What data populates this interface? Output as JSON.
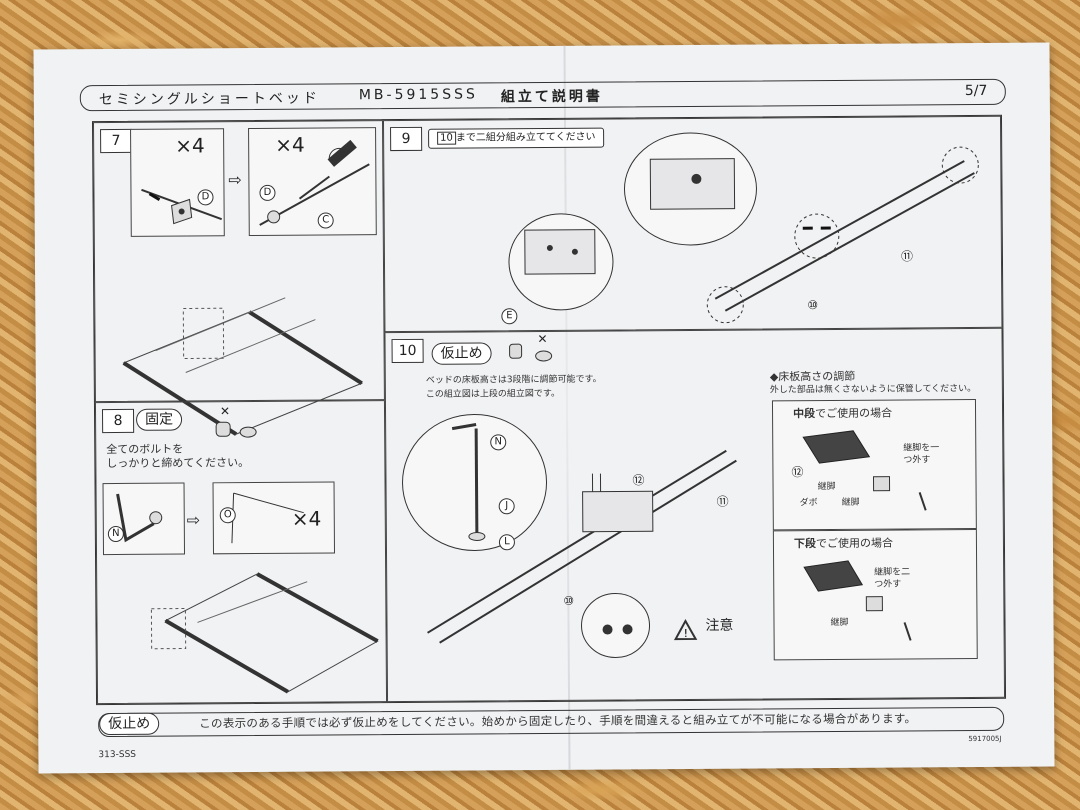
{
  "header": {
    "product": "セミシングルショートベッド",
    "model": "MB-5915SSS",
    "doc_title": "組立て説明書",
    "page": "5/7"
  },
  "step7": {
    "number": "7",
    "count_a": "×4",
    "count_b": "×4",
    "part_d": "D",
    "part_c": "C"
  },
  "step8": {
    "number": "8",
    "label": "固定",
    "text1": "全てのボルトを",
    "text2": "しっかりと締めてください。",
    "part_n": "N",
    "part_o": "O",
    "count": "×4"
  },
  "step9": {
    "number": "9",
    "ref": "10",
    "instruction": "まで二組分組み立ててください",
    "part_e": "E",
    "part_10": "⑩",
    "part_11": "⑪"
  },
  "step10": {
    "number": "10",
    "label": "仮止め",
    "text1": "ベッドの床板高さは3段階に調節可能です。",
    "text2": "この組立図は上段の組立図です。",
    "part_n": "N",
    "part_j": "J",
    "part_l": "L",
    "part_12": "⑫",
    "part_11": "⑪",
    "part_10": "⑩",
    "caution": "注意"
  },
  "height_adjust": {
    "title": "◆床板高さの調節",
    "note": "外した部品は無くさないように保管してください。",
    "middle": {
      "title_strong": "中段",
      "title_rest": "でご使用の場合",
      "part": "⑫",
      "leg1": "継脚",
      "dowel": "ダボ",
      "leg2": "継脚",
      "remove": "継脚を一つ外す"
    },
    "lower": {
      "title_strong": "下段",
      "title_rest": "でご使用の場合",
      "remove": "継脚を二つ外す",
      "leg": "継脚"
    }
  },
  "footer": {
    "label": "仮止め",
    "text": "この表示のある手順では必ず仮止めをしてください。始めから固定したり、手順を間違えると組み立てが不可能になる場合があります。",
    "code_left": "313-SSS",
    "code_right": "5917005J"
  }
}
